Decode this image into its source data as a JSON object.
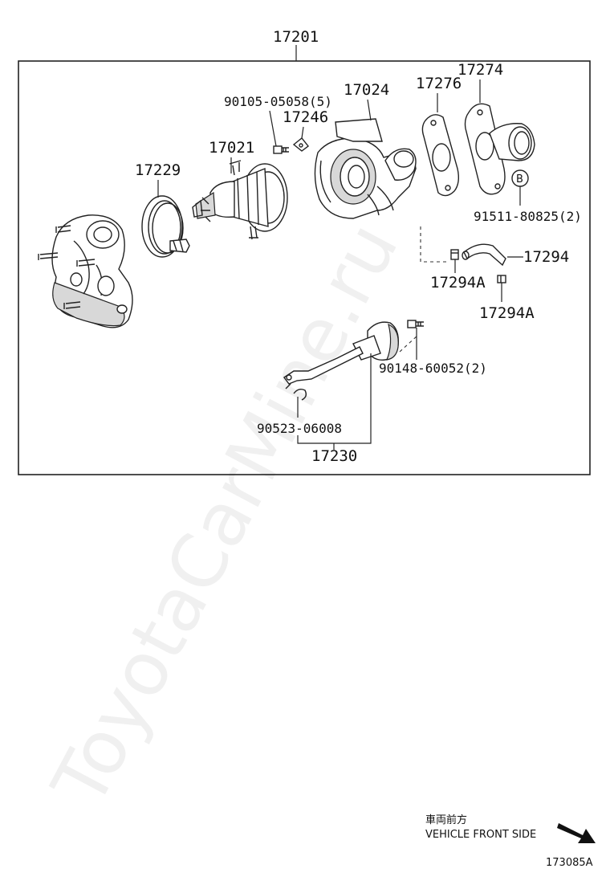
{
  "labels": {
    "assembly": "17201",
    "housing": "17024",
    "bolt_05058": "90105-05058(5)",
    "plate_17246": "17246",
    "gasket_17276": "17276",
    "elbow_17274": "17274",
    "cartridge": "17021",
    "clamp": "17229",
    "bolt_80825": "91511-80825(2)",
    "bolt_marker": "B",
    "hose": "17294",
    "hose_clip_1": "17294A",
    "hose_clip_2": "17294A",
    "bolt_60052": "90148-60052(2)",
    "clip_06008": "90523-06008",
    "actuator": "17230"
  },
  "footer": {
    "direction_jp": "車両前方",
    "direction_en": "VEHICLE FRONT SIDE",
    "figure_id": "173085A"
  },
  "watermark": "ToyotaCarMine.ru"
}
